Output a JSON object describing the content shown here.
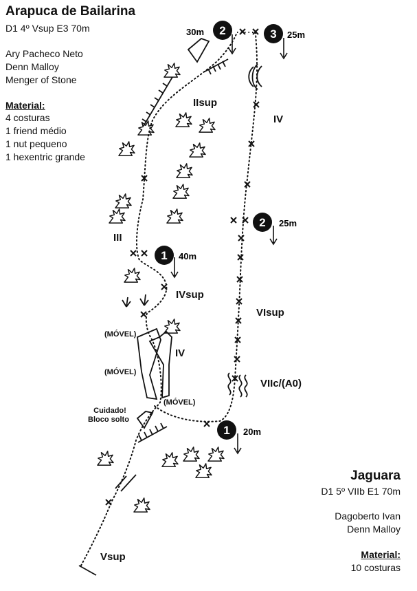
{
  "left_route": {
    "title": "Arapuca de Bailarina",
    "grade": "D1 4º Vsup E3 70m",
    "climbers": [
      "Ary Pacheco Neto",
      "Denn Malloy",
      "Menger of Stone"
    ],
    "material_label": "Material:",
    "material": [
      "4 costuras",
      "1 friend médio",
      "1 nut pequeno",
      "1 hexentric grande"
    ]
  },
  "right_route": {
    "title": "Jaguara",
    "grade": "D1 5º VIIb E1 70m",
    "climbers": [
      "Dagoberto Ivan",
      "Denn Malloy"
    ],
    "material_label": "Material:",
    "material": [
      "10 costuras"
    ]
  },
  "belays": {
    "left_1": {
      "num": "1",
      "dist": "40m"
    },
    "left_2": {
      "num": "2",
      "dist": "30m"
    },
    "left_3": {
      "num": "3",
      "dist": "25m"
    },
    "right_1": {
      "num": "1",
      "dist": "20m"
    },
    "right_2": {
      "num": "2",
      "dist": "25m"
    }
  },
  "grades": {
    "iisup": "IIsup",
    "iv_top": "IV",
    "iii": "III",
    "ivsup": "IVsup",
    "visup": "VIsup",
    "iv_mid": "IV",
    "viic": "VIIc/(A0)",
    "vsup": "Vsup"
  },
  "notes": {
    "movel_1": "(MÓVEL)",
    "movel_2": "(MÓVEL)",
    "movel_3": "(MÓVEL)",
    "cuidado": "Cuidado!",
    "bloco": "Bloco solto"
  }
}
